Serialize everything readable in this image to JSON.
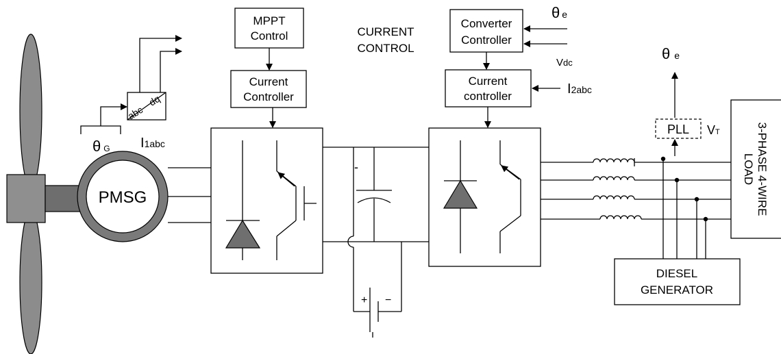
{
  "labels": {
    "mppt_1": "MPPT",
    "mppt_2": "Control",
    "cc1_1": "Current",
    "cc1_2": "Controller",
    "current_control_1": "CURRENT",
    "current_control_2": "CONTROL",
    "conv_1": "Converter",
    "conv_2": "Controller",
    "cc2_1": "Current",
    "cc2_2": "controller",
    "theta_e_top_sym": "θ",
    "theta_e_top_sub": "e",
    "vdc_v": "V",
    "vdc_sub": "dc",
    "i2abc_i": "I",
    "i2abc_sub": "2abc",
    "theta_e_right_sym": "θ",
    "theta_e_right_sub": "e",
    "pll": "PLL",
    "vt_v": "V",
    "vt_sub": "T",
    "load_1": "3-PHASE 4-WIRE",
    "load_2": "LOAD",
    "diesel_1": "DIESEL",
    "diesel_2": "GENERATOR",
    "pmsg": "PMSG",
    "theta_g_sym": "θ",
    "theta_g_sub": "G",
    "i1abc_i": "I",
    "i1abc_sub": "1abc",
    "abc": "abc",
    "dq": "dq",
    "cap_minus": "-",
    "bat_plus": "+",
    "bat_minus": "−"
  },
  "colors": {
    "line": "#000000",
    "blade": "#8c8c8c",
    "generator_ring": "#7a7a7a",
    "hub": "#8f8f8f",
    "shaft": "#6e6e6e",
    "diode": "#6f6f6f"
  }
}
